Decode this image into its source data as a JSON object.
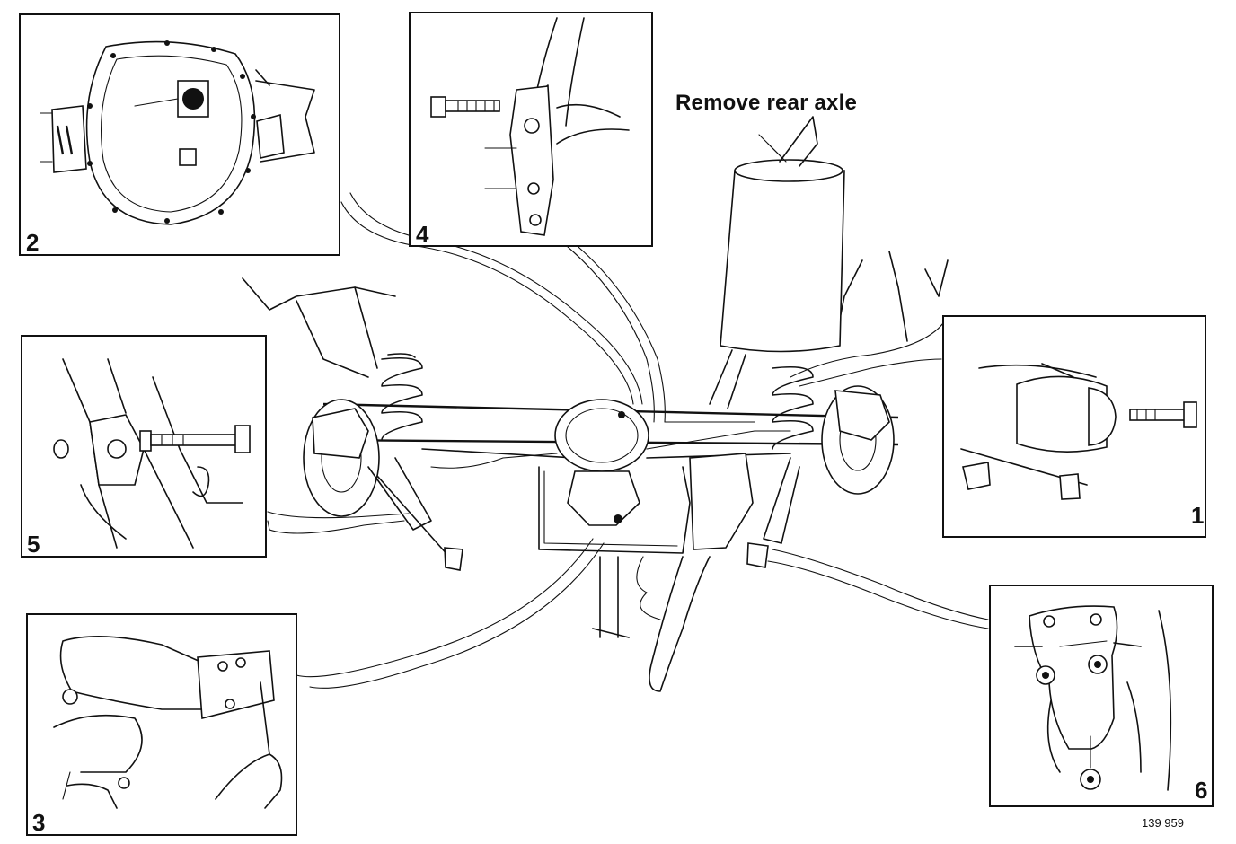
{
  "figure": {
    "title": "Remove rear axle",
    "figure_id": "139 959"
  },
  "panels": [
    {
      "number": "1",
      "icon": "bolt-removal-icon"
    },
    {
      "number": "2",
      "icon": "differential-cover-icon"
    },
    {
      "number": "3",
      "icon": "propeller-shaft-icon"
    },
    {
      "number": "4",
      "icon": "trailing-arm-bolt-icon"
    },
    {
      "number": "5",
      "icon": "mount-bolt-icon"
    },
    {
      "number": "6",
      "icon": "bracket-nuts-icon"
    }
  ],
  "colors": {
    "ink": "#111111",
    "paper": "#ffffff"
  }
}
